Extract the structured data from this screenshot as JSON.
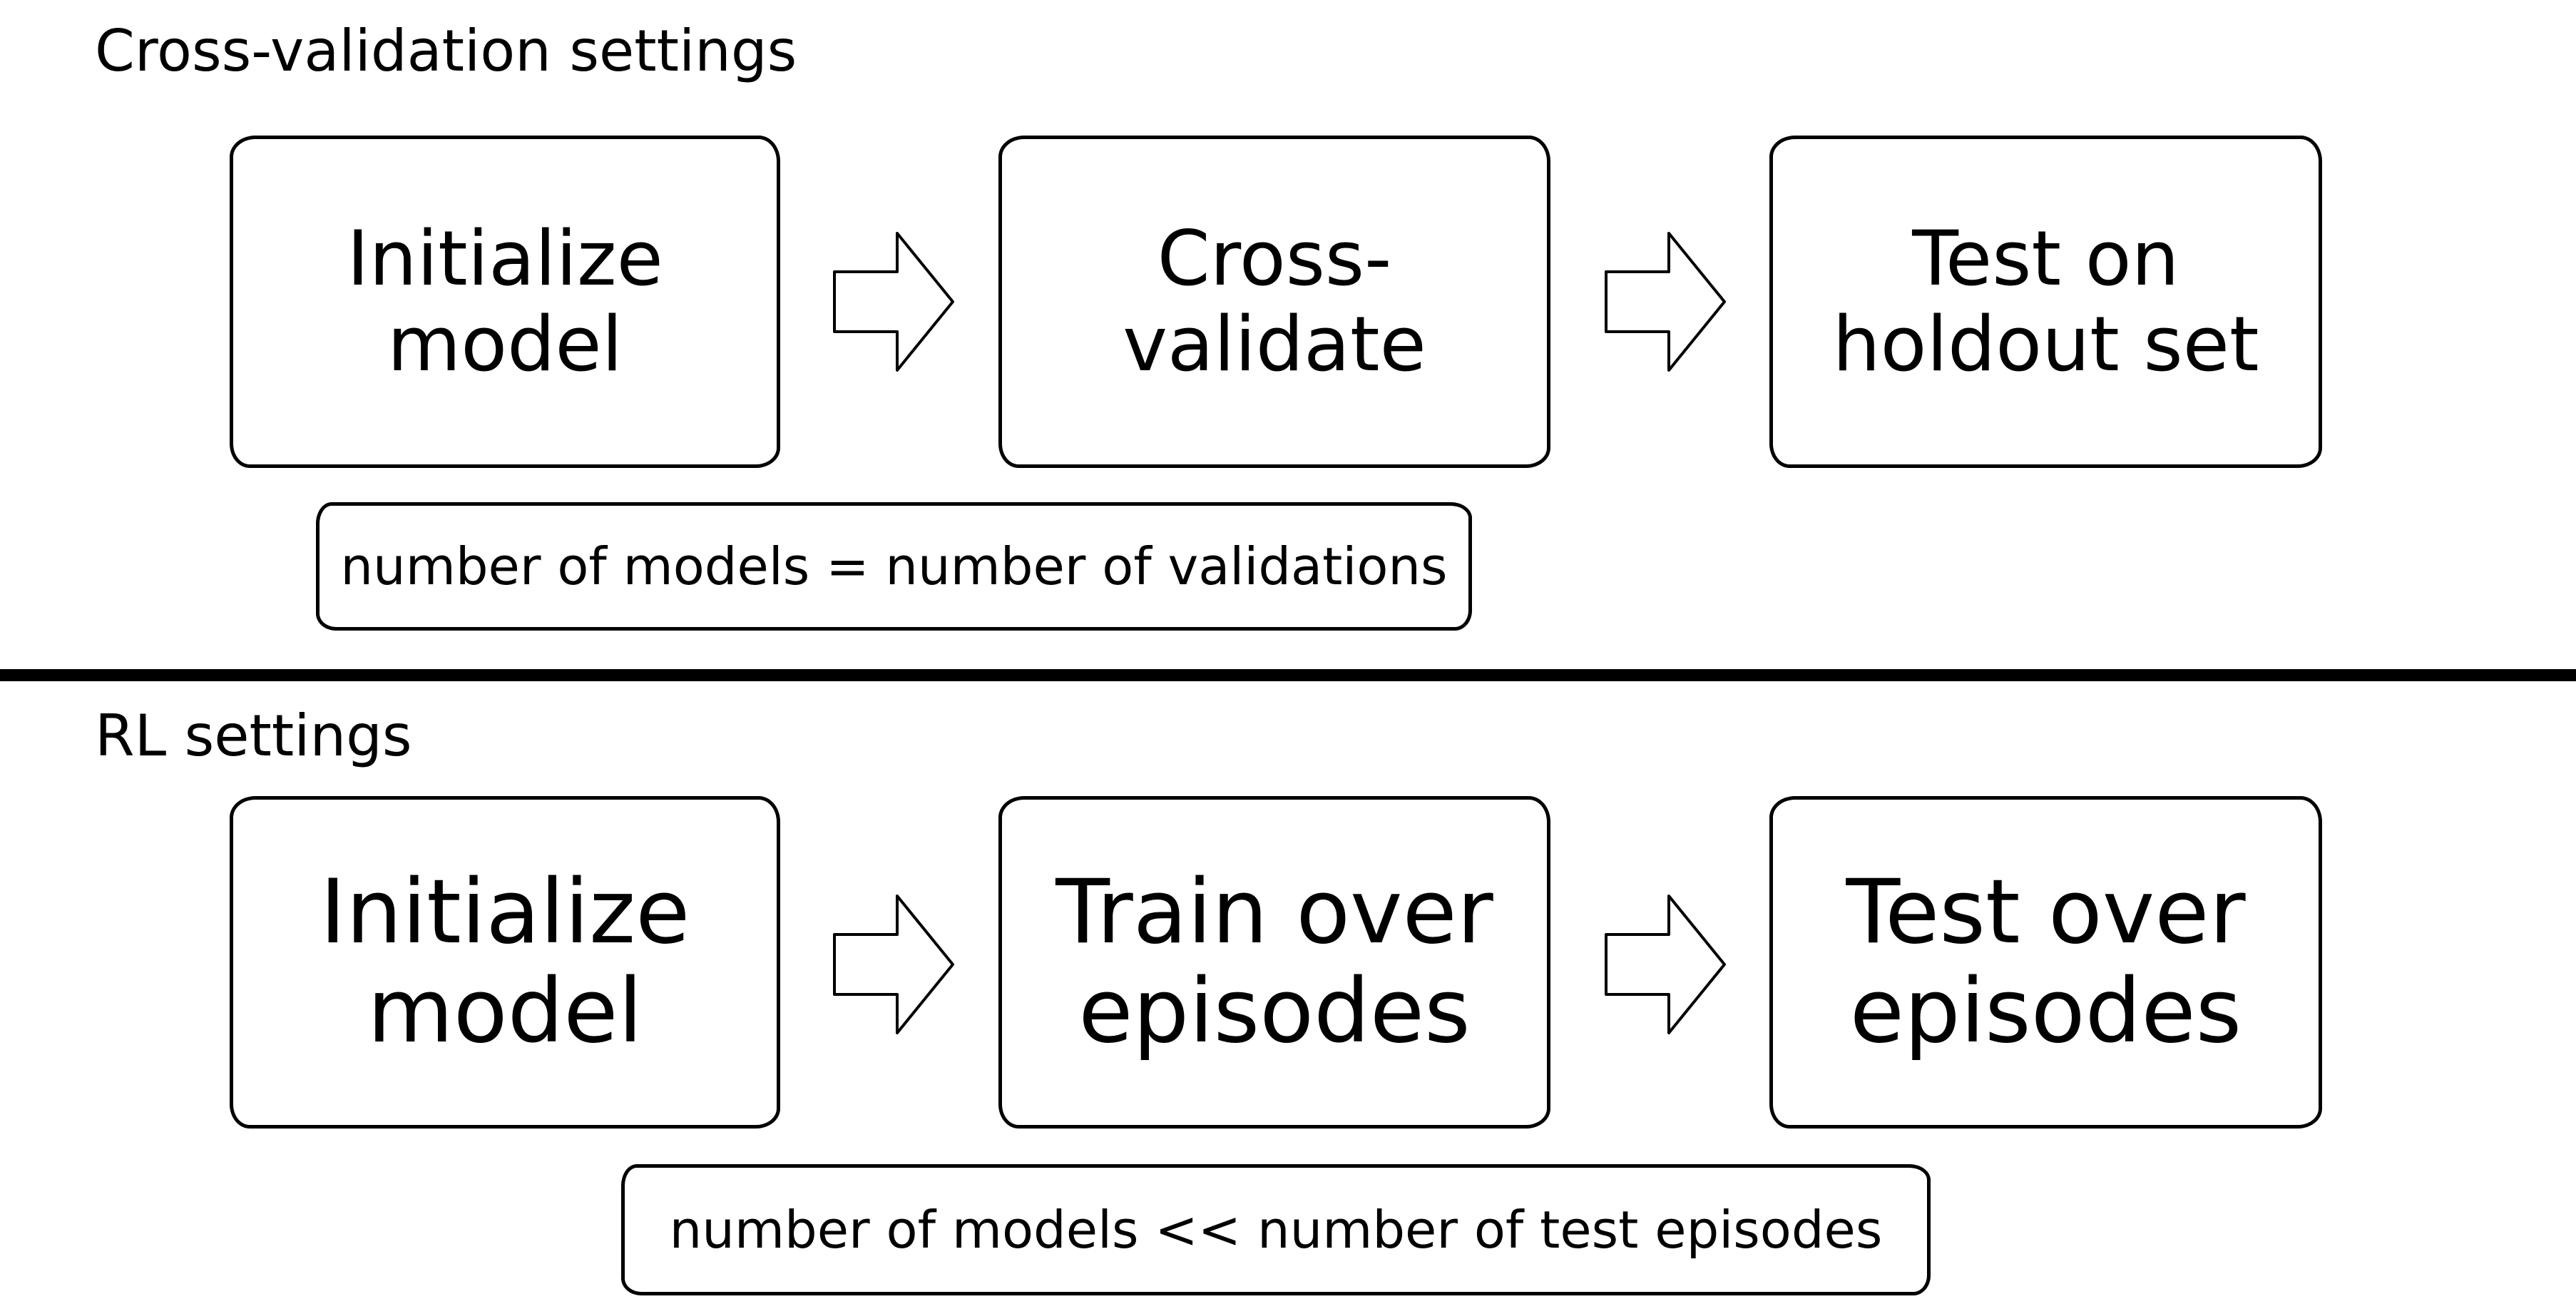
{
  "sections": [
    {
      "title": "Cross-validation settings",
      "steps": [
        "Initialize\nmodel",
        "Cross-\nvalidate",
        "Test on\nholdout set"
      ],
      "note": "number of models = number of validations"
    },
    {
      "title": "RL settings",
      "steps": [
        "Initialize\nmodel",
        "Train over\nepisodes",
        "Test over\nepisodes"
      ],
      "note": "number of models << number of test episodes"
    }
  ],
  "colors": {
    "stroke": "#000000",
    "background": "#ffffff"
  }
}
